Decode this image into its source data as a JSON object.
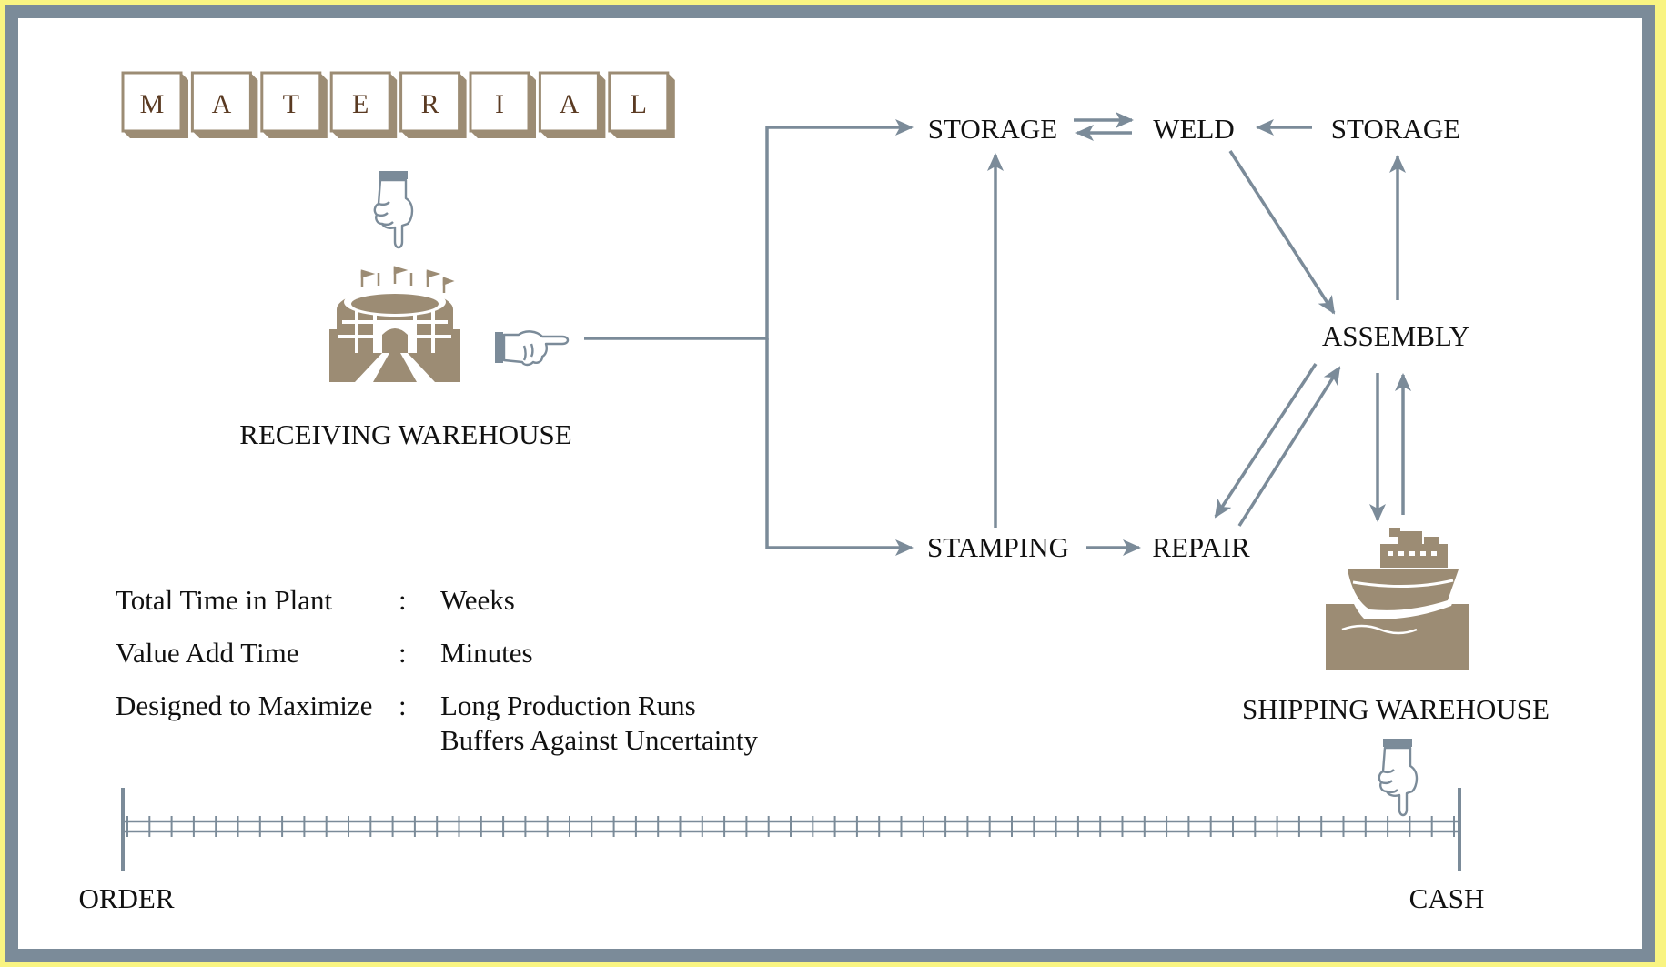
{
  "material_tiles": [
    "M",
    "A",
    "T",
    "E",
    "R",
    "I",
    "A",
    "L"
  ],
  "nodes": {
    "receiving_warehouse": "RECEIVING WAREHOUSE",
    "storage_left": "STORAGE",
    "weld": "WELD",
    "storage_right": "STORAGE",
    "assembly": "ASSEMBLY",
    "stamping": "STAMPING",
    "repair": "REPAIR",
    "shipping_warehouse": "SHIPPING WAREHOUSE"
  },
  "facts": [
    {
      "label": "Total Time in Plant",
      "sep": ":",
      "value": "Weeks",
      "value2": ""
    },
    {
      "label": "Value Add Time",
      "sep": ":",
      "value": "Minutes",
      "value2": ""
    },
    {
      "label": "Designed to Maximize",
      "sep": ":",
      "value": "Long Production Runs",
      "value2": "Buffers Against Uncertainty"
    }
  ],
  "timeline": {
    "start_label": "ORDER",
    "end_label": "CASH"
  },
  "colors": {
    "frame": "#7b8b99",
    "outer_background": "#f9f482",
    "arrow": "#7b8b99",
    "icon_tan": "#9c8c74"
  },
  "icons": {
    "hand_top": "pointing-down-hand-icon",
    "receiving": "stadium-warehouse-icon",
    "hand_right": "pointing-right-hand-icon",
    "shipping": "ship-warehouse-icon",
    "hand_bottom": "pointing-down-hand-icon"
  }
}
